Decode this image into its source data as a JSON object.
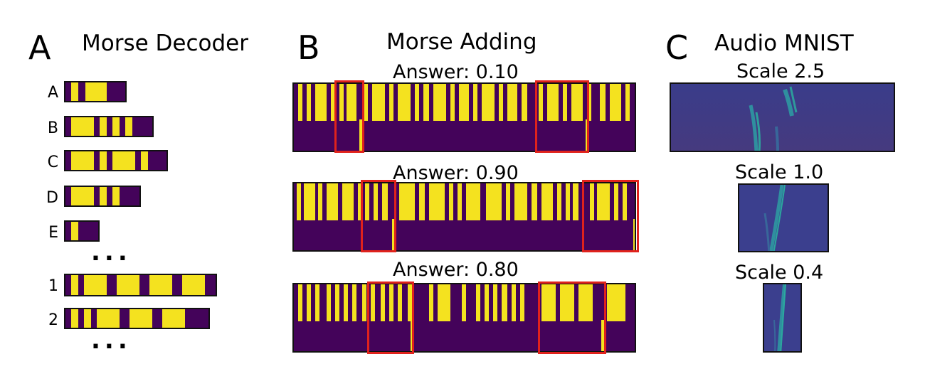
{
  "colors": {
    "background": "#44035a",
    "signal": "#f4e21f",
    "highlight": "#e0221c",
    "spectrogram_base": "#3b3f8e",
    "spectrogram_peak": "#2ab3a0"
  },
  "panel_a": {
    "letter": "A",
    "title": "Morse Decoder",
    "rows": [
      {
        "label": "A"
      },
      {
        "label": "B"
      },
      {
        "label": "C"
      },
      {
        "label": "D"
      },
      {
        "label": "E"
      },
      {
        "label": "1"
      },
      {
        "label": "2"
      }
    ],
    "ellipsis": "..."
  },
  "panel_b": {
    "letter": "B",
    "title": "Morse Adding",
    "examples": [
      {
        "answer": "Answer: 0.10"
      },
      {
        "answer": "Answer: 0.90"
      },
      {
        "answer": "Answer: 0.80"
      }
    ]
  },
  "panel_c": {
    "letter": "C",
    "title": "Audio MNIST",
    "scales": [
      {
        "label": "Scale 2.5"
      },
      {
        "label": "Scale 1.0"
      },
      {
        "label": "Scale 0.4"
      }
    ]
  }
}
